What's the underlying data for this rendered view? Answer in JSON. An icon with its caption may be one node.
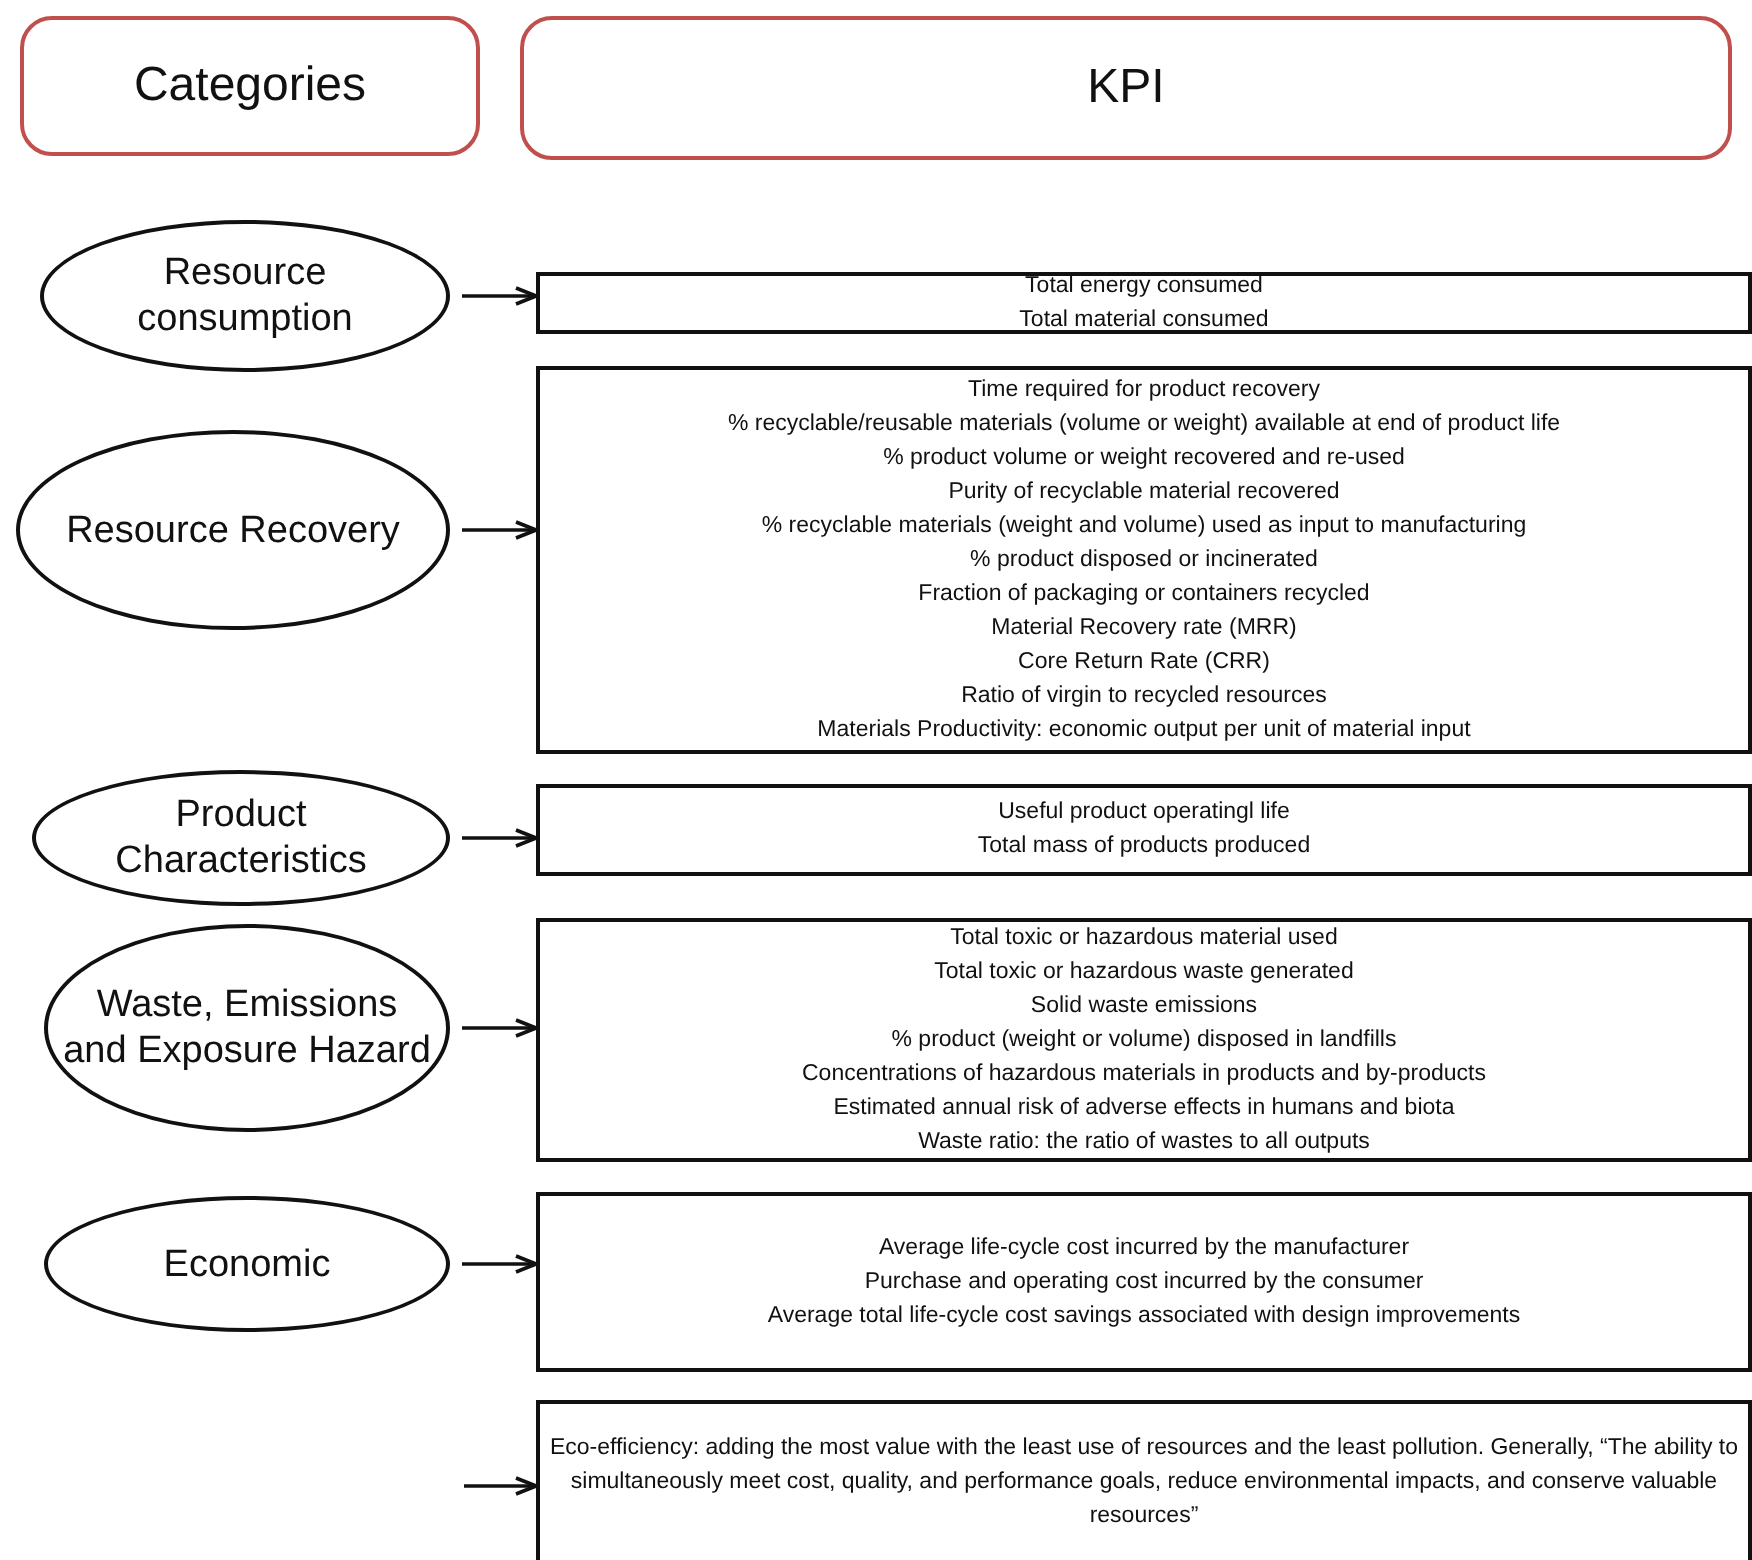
{
  "diagram": {
    "nodes": [
      {
        "text": [
          "Categories"
        ]
      },
      {
        "text": [
          "KPI"
        ]
      },
      {
        "text": [
          "Resource consumption"
        ]
      },
      {
        "text": [
          "Total energy consumed",
          "Total material consumed"
        ]
      },
      {
        "text": [
          "Resource Recovery"
        ]
      },
      {
        "text": [
          "Time required for product recovery",
          "% recyclable/reusable materials (volume or weight) available at end of product life",
          "% product volume or weight recovered and re-used",
          "Purity of recyclable material recovered",
          "% recyclable materials (weight and volume) used as input to manufacturing",
          "% product disposed or incinerated",
          "Fraction of packaging or containers recycled",
          "Material Recovery rate (MRR)",
          "Core Return Rate (CRR)",
          "Ratio of virgin to recycled resources",
          "Materials Productivity: economic output per unit of material input"
        ]
      },
      {
        "text": [
          "Product Characteristics"
        ]
      },
      {
        "text": [
          "Useful product operatingl life",
          "Total mass of products produced"
        ]
      },
      {
        "text": [
          "Waste, Emissions and Exposure Hazard"
        ]
      },
      {
        "text": [
          "Total toxic or hazardous material used",
          "Total toxic or hazardous waste generated",
          "Solid waste emissions",
          "% product (weight or volume) disposed in landfills",
          "Concentrations of hazardous materials in products and by-products",
          "Estimated annual risk of adverse effects in humans and biota",
          "Waste ratio: the ratio of wastes to all outputs"
        ]
      },
      {
        "text": [
          "Economic"
        ]
      },
      {
        "text": [
          "Average life-cycle cost incurred by the manufacturer",
          "Purchase and operating cost incurred by the consumer",
          "Average total life-cycle cost savings associated with design improvements"
        ]
      },
      {
        "text": [
          "Eco-efficiency: adding the most value with the least use of resources and the least pollution. Generally, “The ability to simultaneously meet cost, quality, and performance goals, reduce environmental impacts, and conserve valuable resources”"
        ]
      }
    ],
    "edges": [
      {
        "from": 2,
        "to": 3,
        "arrow": "to"
      },
      {
        "from": 4,
        "to": 5,
        "arrow": "to"
      },
      {
        "from": 6,
        "to": 7,
        "arrow": "to"
      },
      {
        "from": 8,
        "to": 9,
        "arrow": "to"
      },
      {
        "from": 10,
        "to": 11,
        "arrow": "to"
      },
      {
        "from": null,
        "to": 12,
        "arrow": "to"
      }
    ]
  }
}
